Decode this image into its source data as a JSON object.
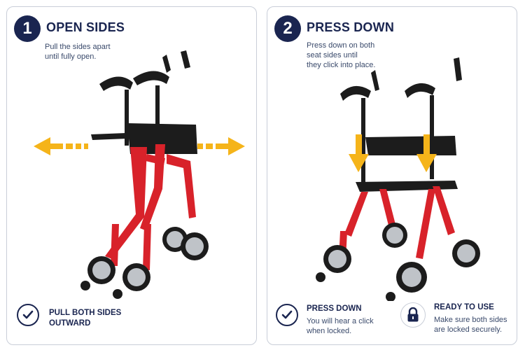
{
  "colors": {
    "navy": "#1a2550",
    "arrow_yellow": "#f5b41a",
    "frame_red": "#d8222a",
    "dark": "#1c1c1c"
  },
  "left_panel": {
    "step_number": "1",
    "title": "OPEN SIDES",
    "description": "Pull the sides apart\nuntil fully open.",
    "footer": {
      "icon": "checkmark-circle-icon",
      "title": "PULL BOTH SIDES\nOUTWARD"
    }
  },
  "right_panel": {
    "step_number": "2",
    "title": "PRESS DOWN",
    "description": "Press down on both\nseat sides until\nthey click into place.",
    "footer_press": {
      "icon": "checkmark-circle-icon",
      "title": "PRESS DOWN",
      "subtitle": "You will hear a click\nwhen locked."
    },
    "footer_ready": {
      "icon": "padlock-icon",
      "title": "READY TO USE",
      "subtitle": "Make sure both sides\nare locked securely."
    }
  }
}
